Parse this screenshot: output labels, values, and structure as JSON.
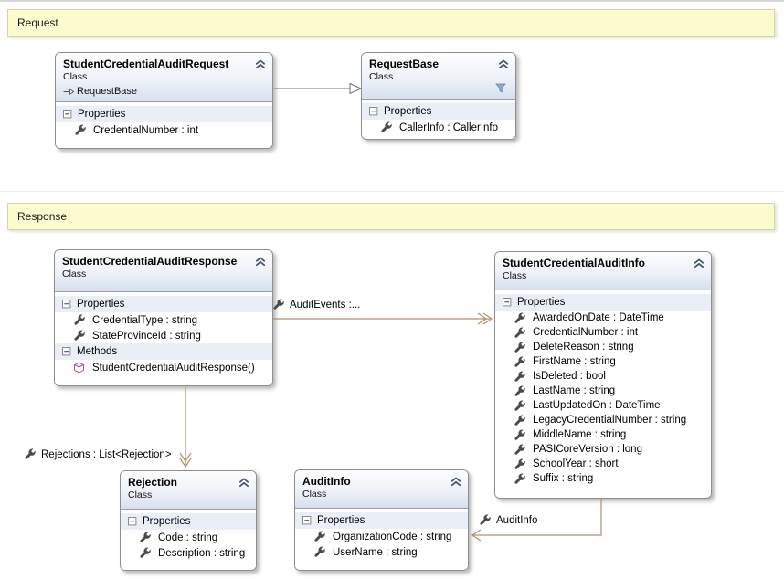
{
  "comments": {
    "request": "Request",
    "response": "Response"
  },
  "classes": {
    "request": {
      "title": "StudentCredentialAuditRequest",
      "kind": "Class",
      "base": "RequestBase",
      "properties_label": "Properties",
      "properties": [
        "CredentialNumber : int"
      ]
    },
    "requestBase": {
      "title": "RequestBase",
      "kind": "Class",
      "properties_label": "Properties",
      "properties": [
        "CallerInfo : CallerInfo"
      ]
    },
    "response": {
      "title": "StudentCredentialAuditResponse",
      "kind": "Class",
      "properties_label": "Properties",
      "properties": [
        "CredentialType : string",
        "StateProvinceId : string"
      ],
      "methods_label": "Methods",
      "methods": [
        "StudentCredentialAuditResponse()"
      ]
    },
    "info": {
      "title": "StudentCredentialAuditInfo",
      "kind": "Class",
      "properties_label": "Properties",
      "properties": [
        "AwardedOnDate : DateTime",
        "CredentialNumber : int",
        "DeleteReason : string",
        "FirstName : string",
        "IsDeleted : bool",
        "LastName : string",
        "LastUpdatedOn : DateTime",
        "LegacyCredentialNumber : string",
        "MiddleName : string",
        "PASICoreVersion : long",
        "SchoolYear : short",
        "Suffix : string"
      ]
    },
    "rejection": {
      "title": "Rejection",
      "kind": "Class",
      "properties_label": "Properties",
      "properties": [
        "Code : string",
        "Description : string"
      ]
    },
    "auditInfo": {
      "title": "AuditInfo",
      "kind": "Class",
      "properties_label": "Properties",
      "properties": [
        "OrganizationCode : string",
        "UserName : string"
      ]
    }
  },
  "associations": {
    "auditEvents_label": "AuditEvents :...",
    "rejections_label": "Rejections : List<Rejection>",
    "auditInfo_label": "AuditInfo"
  },
  "colors": {
    "comment-bg": "#fbfbcd",
    "comment-border": "#d5d5a3",
    "association": "#b78d66",
    "inheritance": "#6f6f6f",
    "header-grad-top": "#fdfdfe",
    "header-grad-bottom": "#d7e0f0",
    "section-band": "#e9eef7",
    "box-border": "#8f8f8f",
    "chevron": "#44536b"
  }
}
